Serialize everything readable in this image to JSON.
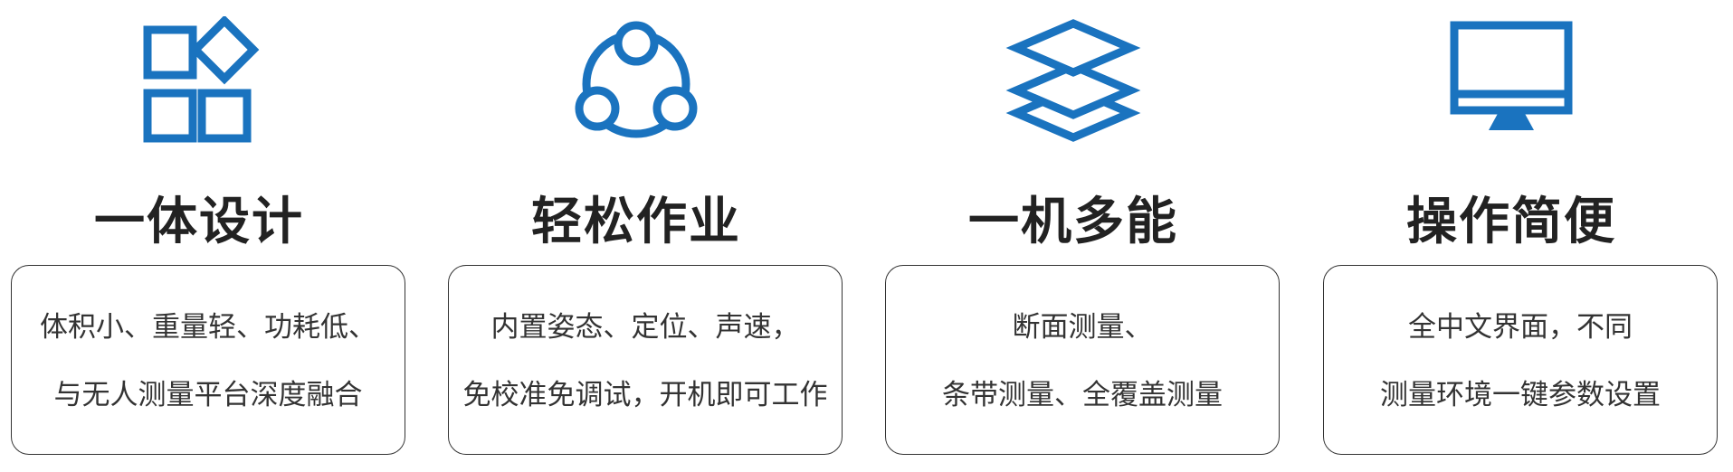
{
  "colors": {
    "icon": "#1a73bf",
    "title": "#222222",
    "text": "#333333",
    "border": "#333333"
  },
  "features": [
    {
      "icon": "apps-grid-icon",
      "title": "一体设计",
      "lines": [
        "体积小、重量轻、功耗低、",
        "与无人测量平台深度融合"
      ]
    },
    {
      "icon": "share-nodes-icon",
      "title": "轻松作业",
      "lines": [
        "内置姿态、定位、声速，",
        "免校准免调试，开机即可工作"
      ]
    },
    {
      "icon": "layers-icon",
      "title": "一机多能",
      "lines": [
        "断面测量、",
        "条带测量、全覆盖测量"
      ]
    },
    {
      "icon": "monitor-icon",
      "title": "操作简便",
      "lines": [
        "全中文界面，不同",
        "测量环境一键参数设置"
      ]
    }
  ]
}
